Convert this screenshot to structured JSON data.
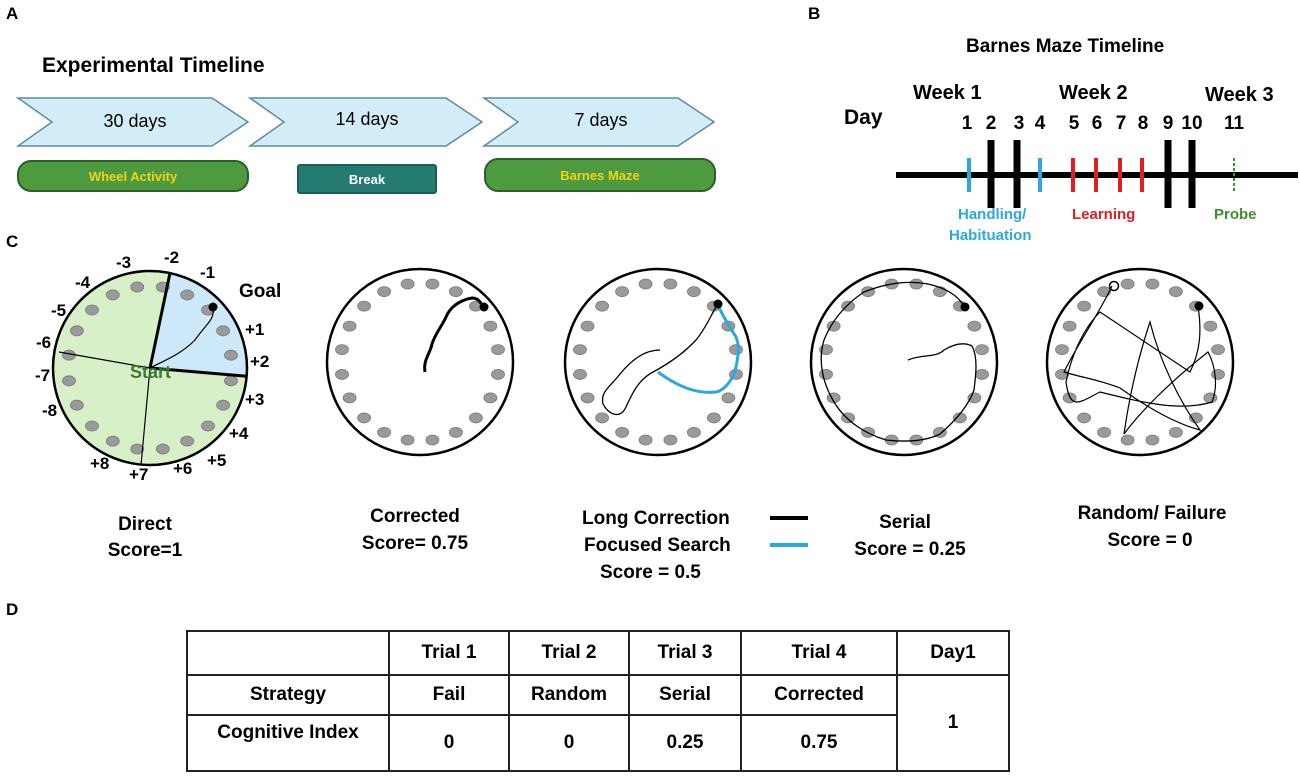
{
  "panels": {
    "a": "A",
    "b": "B",
    "c": "C",
    "d": "D"
  },
  "experimental_timeline": {
    "title": "Experimental Timeline",
    "phases": [
      {
        "duration": "30 days",
        "label": "Wheel Activity"
      },
      {
        "duration": "14 days",
        "label": "Break"
      },
      {
        "duration": "7 days",
        "label": "Barnes Maze"
      }
    ]
  },
  "barnes_timeline": {
    "title": "Barnes Maze Timeline",
    "day_label": "Day",
    "weeks": [
      "Week 1",
      "Week 2",
      "Week 3"
    ],
    "days": [
      "1",
      "2",
      "3",
      "4",
      "5",
      "6",
      "7",
      "8",
      "9",
      "10",
      "11"
    ],
    "phase_labels": {
      "handling_1": "Handling/",
      "handling_2": "Habituation",
      "learning": "Learning",
      "probe": "Probe"
    },
    "colors": {
      "handling": "#2aa9e0",
      "learning": "#e02020",
      "probe": "#3f8f2f",
      "rest": "#000000"
    }
  },
  "maze_diagram": {
    "start_label": "Start",
    "goal_label": "Goal",
    "angle_labels": [
      "-3",
      "-2",
      "-1",
      "-4",
      "-5",
      "-6",
      "-7",
      "-8",
      "+1",
      "+2",
      "+3",
      "+4",
      "+5",
      "+6",
      "+7",
      "+8"
    ],
    "quadrant_colors": {
      "goal": "#cde8f8",
      "other": "#d7f0c8"
    }
  },
  "strategies": {
    "direct": {
      "name": "Direct",
      "score": "Score=1"
    },
    "corrected": {
      "name": "Corrected",
      "score": "Score= 0.75"
    },
    "long_correction": {
      "name": "Long Correction",
      "color": "#000000"
    },
    "focused_search": {
      "name": "Focused Search",
      "color": "#2aa9e0"
    },
    "middle_score": "Score = 0.5",
    "serial": {
      "name": "Serial",
      "score": "Score = 0.25"
    },
    "random": {
      "name": "Random/ Failure",
      "score": "Score = 0"
    }
  },
  "score_table": {
    "headers": [
      "",
      "Trial 1",
      "Trial 2",
      "Trial 3",
      "Trial 4",
      "Day1"
    ],
    "strategy_row": {
      "label": "Strategy",
      "values": [
        "Fail",
        "Random",
        "Serial",
        "Corrected"
      ]
    },
    "index_row": {
      "label": "Cognitive Index",
      "values": [
        "0",
        "0",
        "0.25",
        "0.75"
      ]
    },
    "day_value": "1"
  }
}
